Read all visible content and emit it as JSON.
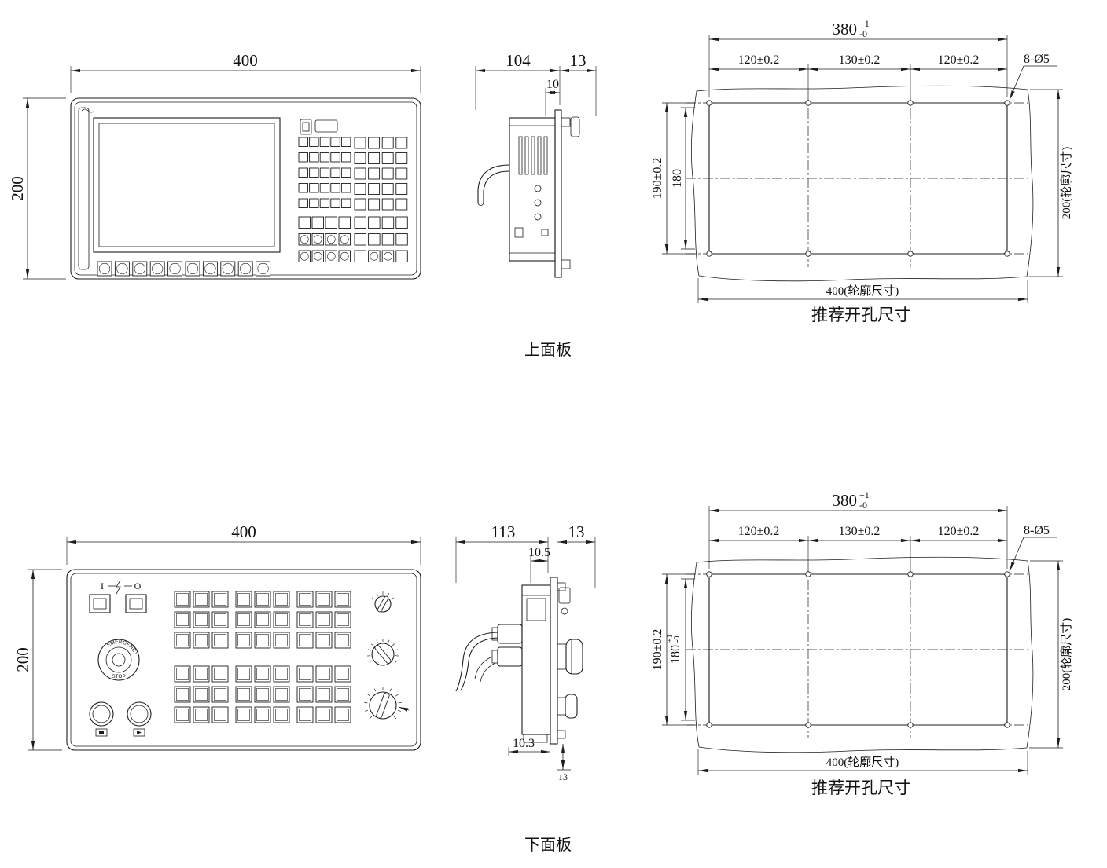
{
  "drawing": {
    "upper": {
      "section_label": "上面板",
      "front": {
        "dim_width": "400",
        "dim_height": "200"
      },
      "side": {
        "dim_depth": "104",
        "dim_flange": "13",
        "dim_inset": "10"
      },
      "cutout": {
        "dim_overall_nominal": "380",
        "dim_overall_tol_plus": "+1",
        "dim_overall_tol_minus": "-0",
        "dim_span_left": "120±0.2",
        "dim_span_center": "130±0.2",
        "dim_span_right": "120±0.2",
        "dim_holes": "8-Ø5",
        "dim_hole_row_spacing": "190±0.2",
        "dim_cutout_height": "180",
        "dim_outline_height": "200(轮廓尺寸)",
        "dim_outline_width": "400(轮廓尺寸)",
        "caption": "推荐开孔尺寸"
      }
    },
    "lower": {
      "section_label": "下面板",
      "front": {
        "dim_width": "400",
        "dim_height": "200",
        "power_on_label": "I",
        "power_off_label": "O",
        "estop_label_top": "EMERGENCY",
        "estop_label_bottom": "STOP"
      },
      "side": {
        "dim_depth": "113",
        "dim_flange": "13",
        "dim_inset_top": "10.5",
        "dim_inset_bottom": "10.3",
        "dim_bottom_flange": "13"
      },
      "cutout": {
        "dim_overall_nominal": "380",
        "dim_overall_tol_plus": "+1",
        "dim_overall_tol_minus": "-0",
        "dim_span_left": "120±0.2",
        "dim_span_center": "130±0.2",
        "dim_span_right": "120±0.2",
        "dim_holes": "8-Ø5",
        "dim_hole_row_spacing": "190±0.2",
        "dim_cutout_height_nominal": "180",
        "dim_cutout_height_tol_plus": "+1",
        "dim_cutout_height_tol_minus": "-0",
        "dim_outline_height": "200(轮廓尺寸)",
        "dim_outline_width": "400(轮廓尺寸)",
        "caption": "推荐开孔尺寸"
      }
    }
  }
}
